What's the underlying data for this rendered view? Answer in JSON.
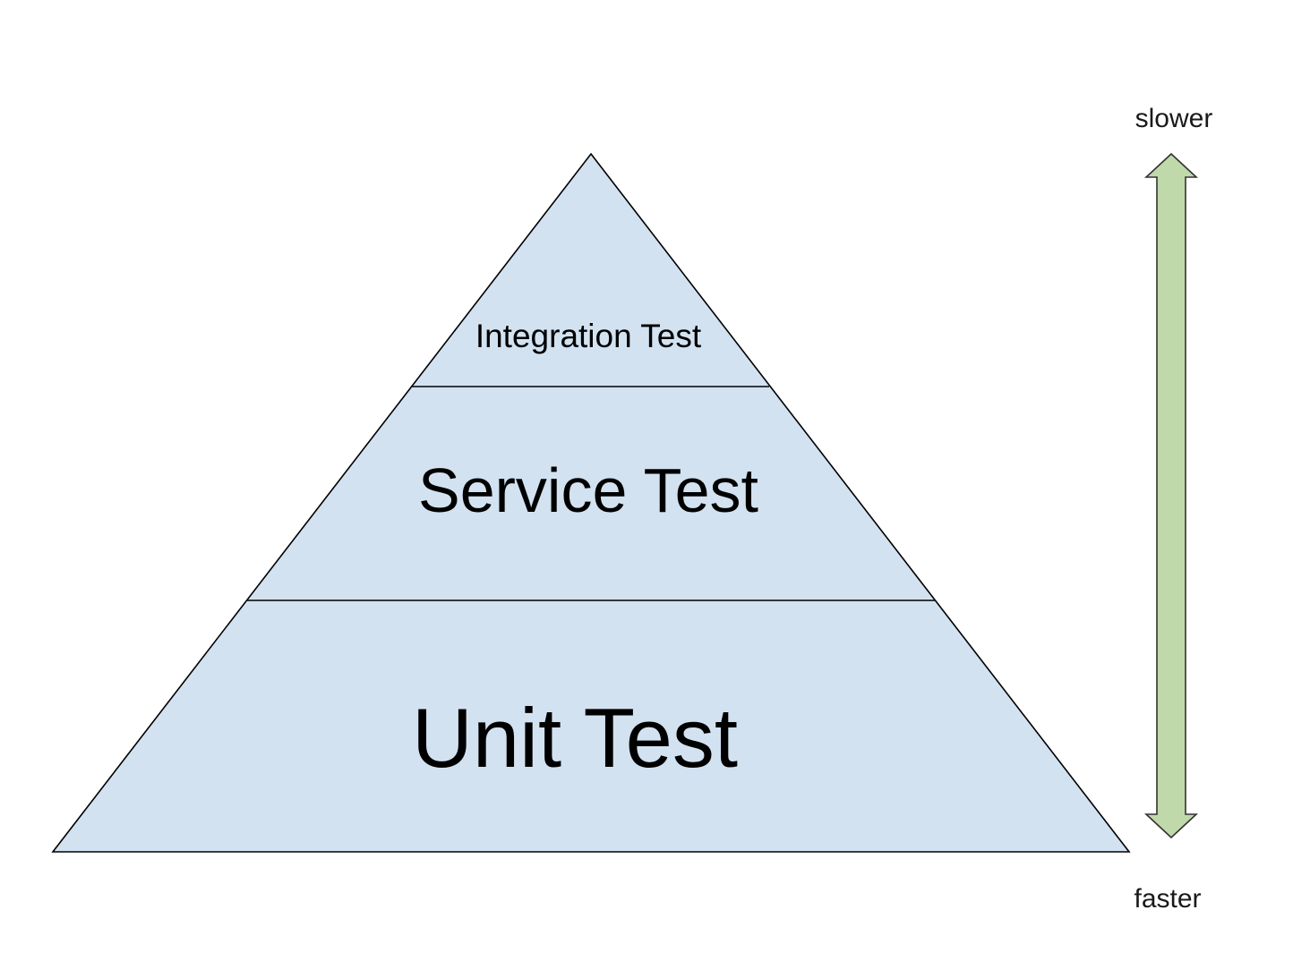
{
  "diagram": {
    "layers": {
      "top": {
        "label": "Integration Test"
      },
      "middle": {
        "label": "Service Test"
      },
      "bottom": {
        "label": "Unit Test"
      }
    },
    "speed_axis": {
      "top_label": "slower",
      "bottom_label": "faster"
    }
  },
  "colors": {
    "pyramid_fill": "#d3e2f1",
    "pyramid_stroke": "#000000",
    "arrow_fill": "#c0d9aa",
    "arrow_stroke": "#333333"
  }
}
